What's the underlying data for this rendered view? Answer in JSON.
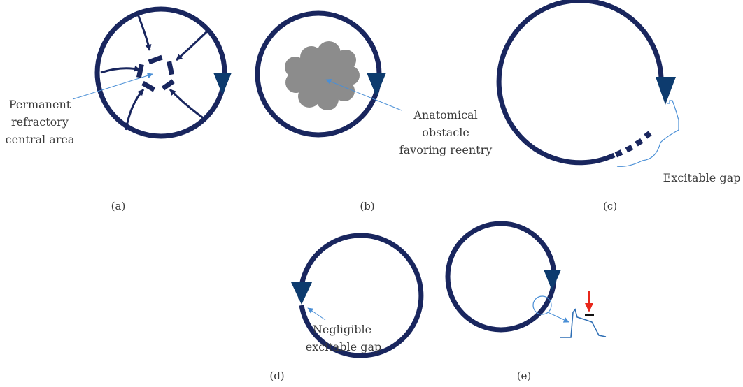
{
  "colors": {
    "ring": "#19265e",
    "arrowhead": "#0d3b6e",
    "pointer": "#4a8fd6",
    "obstacle": "#8c8c8c",
    "marker_red": "#e8271b",
    "text": "#3a3a3a"
  },
  "panels": [
    {
      "id": "a",
      "letter": "(a)",
      "annotation": [
        "Permanent",
        "refractory",
        "central area"
      ],
      "icons": [
        "circular-pathway-icon",
        "centripetal-arrows-icon",
        "refractory-bars-icon"
      ]
    },
    {
      "id": "b",
      "letter": "(b)",
      "annotation": [
        "Anatomical",
        "obstacle",
        "favoring reentry"
      ],
      "icons": [
        "circular-pathway-icon",
        "obstacle-blob-icon"
      ]
    },
    {
      "id": "c",
      "letter": "(c)",
      "annotation": [
        "Excitable gap"
      ],
      "icons": [
        "circular-pathway-icon",
        "action-potential-trace-icon"
      ]
    },
    {
      "id": "d",
      "letter": "(d)",
      "annotation": [
        "Negligible",
        "excitable gap"
      ],
      "icons": [
        "circular-pathway-icon"
      ]
    },
    {
      "id": "e",
      "letter": "(e)",
      "annotation": [],
      "icons": [
        "circular-pathway-icon",
        "magnifier-circle-icon",
        "action-potential-trace-icon",
        "red-down-arrow-icon"
      ]
    }
  ]
}
